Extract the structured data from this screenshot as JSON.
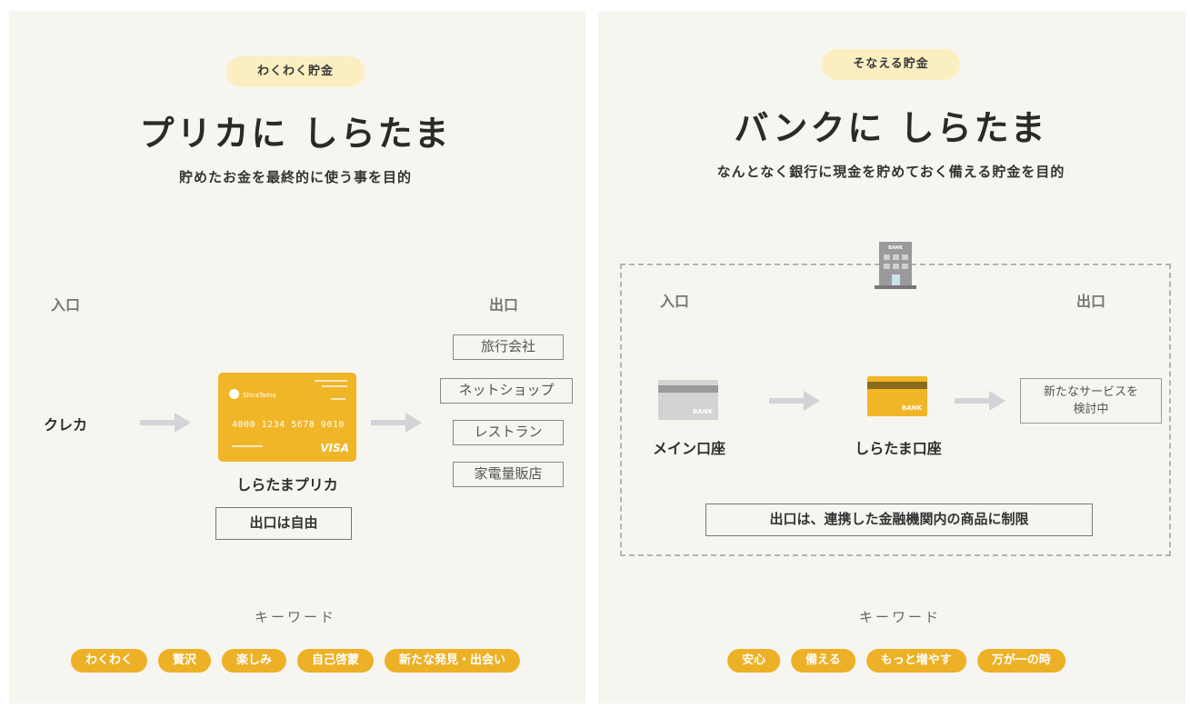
{
  "left": {
    "pill": "わくわく貯金",
    "title": "プリカに しらたま",
    "subtitle": "貯めたお金を最終的に使う事を目的",
    "entry_label": "入口",
    "exit_label": "出口",
    "source": "クレカ",
    "card": {
      "brand": "ShiraTama",
      "number": "4000 1234 5678 9010",
      "network": "VISA"
    },
    "card_label": "しらたまプリカ",
    "exits": [
      "旅行会社",
      "ネットショップ",
      "レストラン",
      "家電量販店"
    ],
    "rule": "出口は自由",
    "keyword_header": "キーワード",
    "keywords": [
      "わくわく",
      "贅沢",
      "楽しみ",
      "自己啓蒙",
      "新たな発見・出会い"
    ]
  },
  "right": {
    "pill": "そなえる貯金",
    "title": "バンクに しらたま",
    "subtitle": "なんとなく銀行に現金を貯めておく備える貯金を目的",
    "bank_icon_label": "BANK",
    "entry_label": "入口",
    "exit_label": "出口",
    "main_account": {
      "label": "メイン口座",
      "card_text": "BANK"
    },
    "shiratama_account": {
      "label": "しらたま口座",
      "card_text": "BANK"
    },
    "service": [
      "新たなサービスを",
      "検討中"
    ],
    "rule": "出口は、連携した金融機関内の商品に制限",
    "keyword_header": "キーワード",
    "keywords": [
      "安心",
      "備える",
      "もっと増やす",
      "万が一の時"
    ]
  },
  "colors": {
    "panel_bg": "#f7f5f0",
    "pill_bg": "#fbefc2",
    "accent": "#ecb126",
    "arrow": "#d3d3d8",
    "card_gray": "#d3d3d3"
  }
}
